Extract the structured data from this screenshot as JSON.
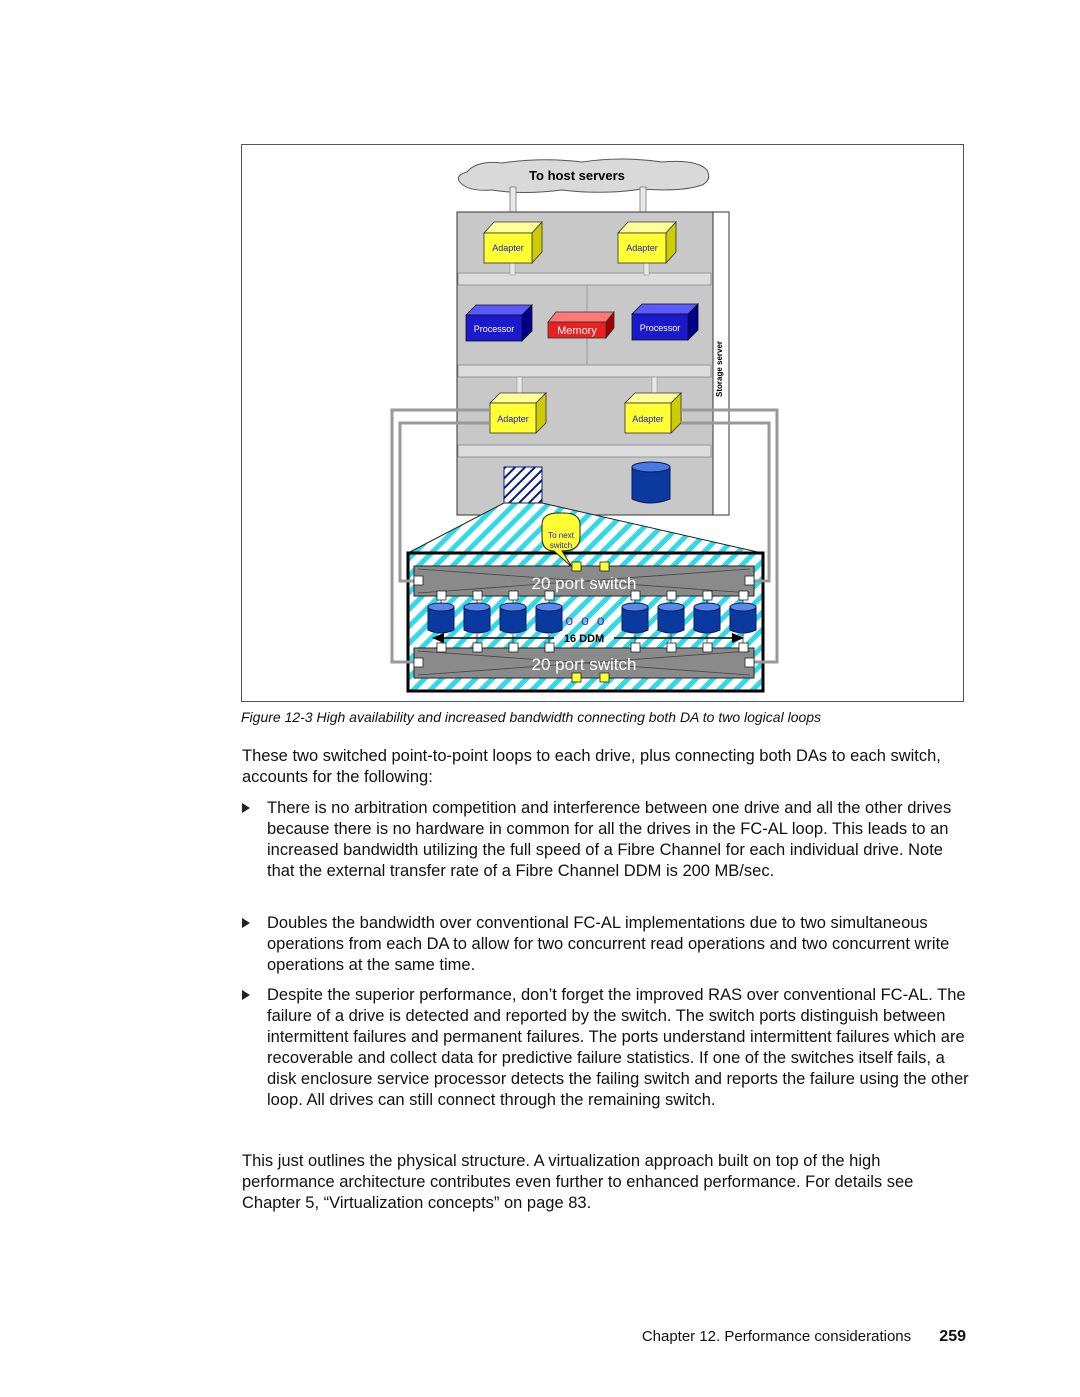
{
  "figure": {
    "cloud_label": "To host servers",
    "adapter_label": "Adapter",
    "processor_label": "Processor",
    "memory_label": "Memory",
    "storage_server_label": "Storage server",
    "to_next_switch_line1": "To next",
    "to_next_switch_line2": "switch",
    "switch_label": "20 port switch",
    "ddm_label": "16 DDM",
    "ellipsis": "o o o",
    "colors": {
      "adapter": "#ffff33",
      "processor": "#1a1acc",
      "memory": "#e82020",
      "drive": "#0a3aa0",
      "hatch": "#33d9e6",
      "server_bg": "#c8c8c8",
      "switch": "#8a8a8a"
    }
  },
  "caption": "Figure 12-3   High availability and increased bandwidth connecting both DA to two logical loops",
  "intro": "These two switched point-to-point loops to each drive, plus connecting both DAs to each switch, accounts for the following:",
  "bullets": [
    "There is no arbitration competition and interference between one drive and all the other drives because there is no hardware in common for all the drives in the FC-AL loop. This leads to an increased bandwidth utilizing the full speed of a Fibre Channel for each individual drive. Note that the external transfer rate of a Fibre Channel DDM is 200 MB/sec.",
    "Doubles the bandwidth over conventional FC-AL implementations due to two simultaneous operations from each DA to allow for two concurrent read operations and two concurrent write operations at the same time.",
    "Despite the superior performance, don’t forget the improved RAS over conventional FC-AL. The failure of a drive is detected and reported by the switch. The switch ports distinguish between intermittent failures and permanent failures. The ports understand intermittent failures which are recoverable and collect data for predictive failure statistics. If one of the switches itself fails, a disk enclosure service processor detects the failing switch and reports the failure using the other loop. All drives can still connect through the remaining switch."
  ],
  "closing": "This just outlines the physical structure. A virtualization approach built on top of the high performance architecture contributes even further to enhanced performance. For details see Chapter 5, “Virtualization concepts” on page 83.",
  "footer": {
    "chapter": "Chapter 12. Performance considerations",
    "page": "259"
  }
}
